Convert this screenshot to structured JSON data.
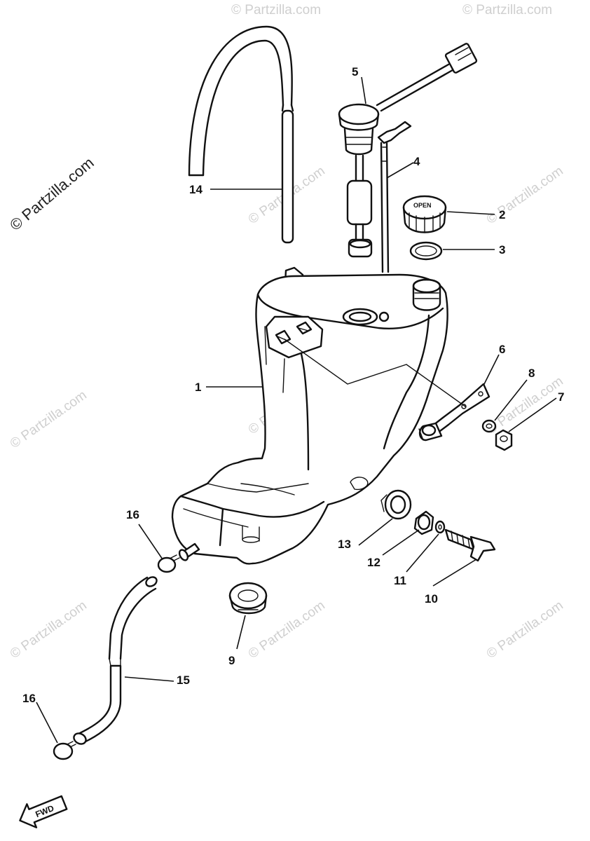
{
  "watermark": "© Partzilla.com",
  "fwd_label": "FWD",
  "callouts": [
    {
      "id": "1",
      "label": "1"
    },
    {
      "id": "2",
      "label": "2"
    },
    {
      "id": "3",
      "label": "3"
    },
    {
      "id": "4",
      "label": "4"
    },
    {
      "id": "5",
      "label": "5"
    },
    {
      "id": "6",
      "label": "6"
    },
    {
      "id": "7",
      "label": "7"
    },
    {
      "id": "8",
      "label": "8"
    },
    {
      "id": "9",
      "label": "9"
    },
    {
      "id": "10",
      "label": "10"
    },
    {
      "id": "11",
      "label": "11"
    },
    {
      "id": "12",
      "label": "12"
    },
    {
      "id": "13",
      "label": "13"
    },
    {
      "id": "14",
      "label": "14"
    },
    {
      "id": "15",
      "label": "15"
    },
    {
      "id": "16a",
      "label": "16"
    },
    {
      "id": "16b",
      "label": "16"
    }
  ],
  "colors": {
    "line": "#111111",
    "watermark": "#cfcfcf",
    "background": "#ffffff"
  }
}
